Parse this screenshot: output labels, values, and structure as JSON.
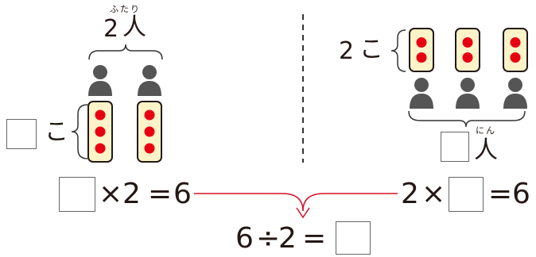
{
  "left_scene": {
    "people_count_label": "2",
    "people_unit": "人",
    "people_unit_ruby": "ふたり",
    "per_person_unit": "こ",
    "people": 2,
    "balls_per_card": 3
  },
  "right_scene": {
    "per_person_count": "2",
    "per_person_unit": "こ",
    "people_unit": "人",
    "people_unit_ruby": "にん",
    "people": 3,
    "balls_per_card": 2
  },
  "equations": {
    "left": {
      "times": "×",
      "factor": "2",
      "equals": "=",
      "result": "6"
    },
    "right": {
      "factor": "2",
      "times": "×",
      "equals": "=",
      "result": "6"
    },
    "bottom": {
      "dividend": "6",
      "divide": "÷",
      "divisor": "2",
      "equals": "="
    }
  },
  "colors": {
    "figure": "#555555",
    "card_fill": "#fdf3c8",
    "card_stroke": "#231815",
    "ball": "#e60012",
    "arrow": "#d7102a",
    "divider": "#333333"
  }
}
